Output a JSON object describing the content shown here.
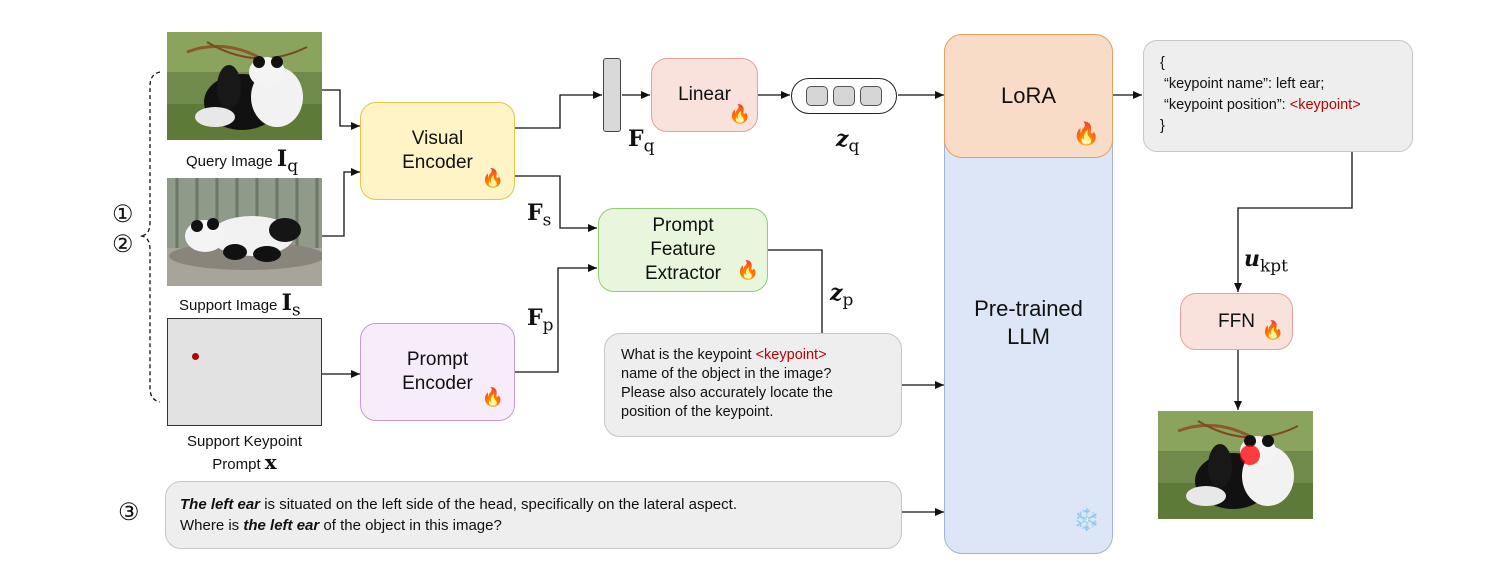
{
  "inputs": {
    "query_image_label": "Query Image",
    "query_image_symbol": "I",
    "query_image_sub": "q",
    "support_image_label": "Support Image",
    "support_image_symbol": "I",
    "support_image_sub": "s",
    "keypoint_prompt_label_line1": "Support Keypoint",
    "keypoint_prompt_label_line2": "Prompt",
    "keypoint_prompt_symbol": "x"
  },
  "markers": {
    "one": "①",
    "two": "②",
    "three": "③"
  },
  "modules": {
    "visual_encoder_line1": "Visual",
    "visual_encoder_line2": "Encoder",
    "linear": "Linear",
    "prompt_feature_extractor_line1": "Prompt",
    "prompt_feature_extractor_line2": "Feature",
    "prompt_feature_extractor_line3": "Extractor",
    "prompt_encoder_line1": "Prompt",
    "prompt_encoder_line2": "Encoder",
    "lora": "LoRA",
    "llm_line1": "Pre-trained",
    "llm_line2": "LLM",
    "ffn": "FFN"
  },
  "symbols": {
    "Fq_main": "F",
    "Fq_sub": "q",
    "zq_main": "z",
    "zq_sub": "q",
    "Fs_main": "F",
    "Fs_sub": "s",
    "zp_main": "z",
    "zp_sub": "p",
    "Fp_main": "F",
    "Fp_sub": "p",
    "ukpt_main": "u",
    "ukpt_sub": "kpt"
  },
  "icons": {
    "fire": "🔥",
    "snowflake": "❄️"
  },
  "question_box": {
    "line1_text": "What is the keypoint ",
    "line1_token": "<keypoint>",
    "line2": "name of the object in the image?",
    "line3": "Please also accurately locate the",
    "line4": "position of the keypoint."
  },
  "output_box": {
    "open_brace": "{",
    "line1": "“keypoint name”: left ear;",
    "line2_text": "“keypoint position”: ",
    "line2_token": "<keypoint>",
    "close_brace": "}"
  },
  "text_prompt_box": {
    "line1_emph": "The left ear",
    "line1_rest": " is situated on the left side of the head, specifically on the lateral aspect.",
    "line2_pre": "Where is ",
    "line2_emph": "the left ear",
    "line2_post": " of the object in this image?"
  },
  "colors": {
    "yellow": "#fff4c6",
    "pink": "#f9e1dc",
    "green": "#e7f6dd",
    "purple": "#f6ecfa",
    "lora": "#f9dcc8",
    "llm": "#dde6f6",
    "keypoint_token": "#c00000"
  }
}
